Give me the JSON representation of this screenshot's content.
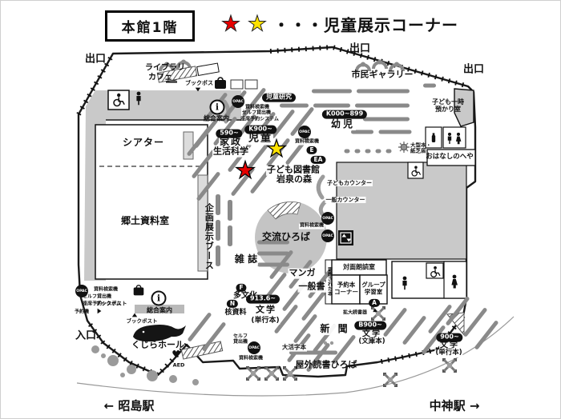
{
  "header": {
    "floor": "本館1階",
    "star_red": "★",
    "star_yellow": "★",
    "legend": "・・・児童展示コーナー"
  },
  "colors": {
    "star_red": "#e60000",
    "star_yellow": "#ffe200"
  },
  "stations": {
    "west": "← 昭島駅",
    "east": "中神駅 →"
  },
  "glyphs": {
    "star": "★",
    "heart": "♥"
  },
  "map": {
    "exit": "出口",
    "entrance": "入口",
    "cafe1": "ライブラリ",
    "cafe2": "カフェ",
    "gallery": "市民ギャラリー",
    "book_post": "ブックポスト",
    "info": "総合案内",
    "opac": "OPAC",
    "search_machine": "資料検索機",
    "self_checkout": "セルフ貸出機",
    "self_checkout2": "セルフ\n貸出機",
    "seat_reserve": "座席予約システム",
    "reserve_machine": "予約機",
    "child_research": "児童研究",
    "k000": "K000~899",
    "yoji": "幼児",
    "k900": "K900~",
    "jido": "児童",
    "g590": "590~",
    "kasei": "家政",
    "seikatsu": "生活科学",
    "e": "E",
    "ea": "EA",
    "child_lib1": "子ども図書館",
    "child_lib2": "岩泉の森",
    "care_room": "子ども一時\n預かり室",
    "ohanashi": "おはなしのへや",
    "ogata": "大型本・\n紙芝居",
    "theater": "シアター",
    "kyodo": "郷土資料室",
    "kikaku": "企画展示ブース",
    "child_counter": "子どもカウンター",
    "ippan_counter": "一般カウンター",
    "koryu": "交流ひろば",
    "zasshi": "雑 誌",
    "manga": "マンガ",
    "ippansho": "一般書",
    "taimen": "対面朗読室",
    "kizo": "寄贈された本",
    "yoyaku": "予約本\nコーナー",
    "group": "グループ\n学習室",
    "a": "A",
    "kakudai": "拡大読書器",
    "shinbun": "新 聞",
    "b900": "B900~",
    "bungaku": "文学",
    "bunkobon": "(文庫本)",
    "g900": "900~",
    "tankobon": "(単行本)",
    "g9136": "913.6~",
    "f": "F",
    "tabunka": "多文化",
    "n": "N",
    "kaku": "核資料",
    "daikatsuji": "大活字本",
    "outdoor": "屋外読書ひろば",
    "kujira": "くじらホール",
    "aed": "AED"
  }
}
